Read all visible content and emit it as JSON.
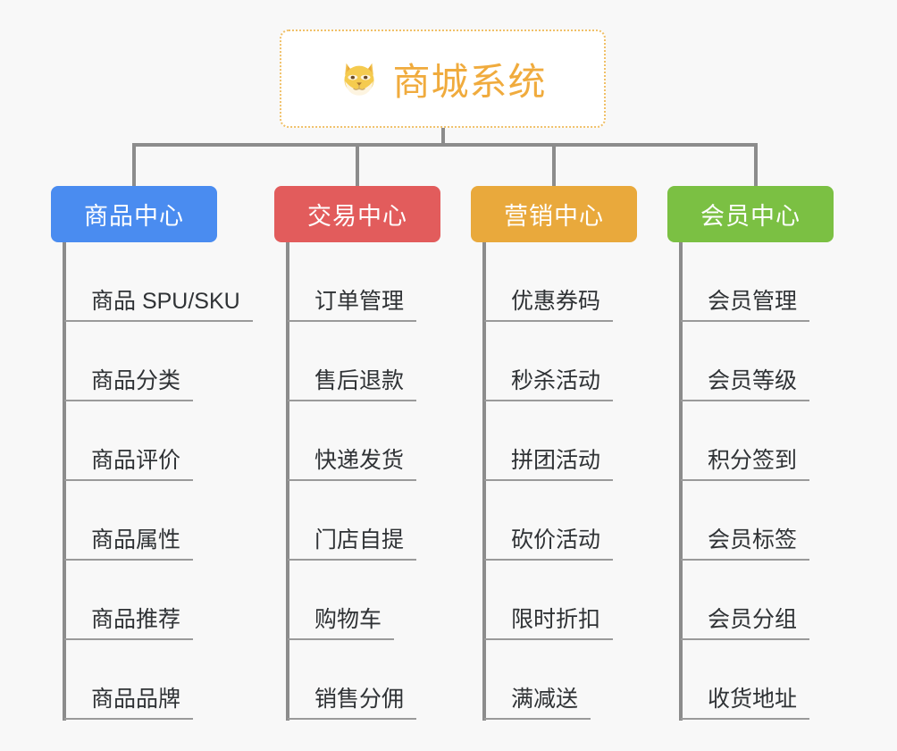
{
  "diagram": {
    "type": "mind-map",
    "background_color": "#f8f8f8",
    "root": {
      "title": "商城系统",
      "icon": "shiba-inu-dog-face-icon",
      "border_color": "#f0c068",
      "text_color": "#f0ab3d",
      "background_color": "#ffffff"
    },
    "connector_color": "#8c8c8c",
    "leaf_text_color": "#2f3235",
    "leaf_rule_color": "#9a9a9a",
    "branches": [
      {
        "label": "商品中心",
        "color": "#4a8cf0",
        "items": [
          "商品 SPU/SKU",
          "商品分类",
          "商品评价",
          "商品属性",
          "商品推荐",
          "商品品牌"
        ]
      },
      {
        "label": "交易中心",
        "color": "#e25c5c",
        "items": [
          "订单管理",
          "售后退款",
          "快递发货",
          "门店自提",
          "购物车",
          "销售分佣"
        ]
      },
      {
        "label": "营销中心",
        "color": "#e9a93c",
        "items": [
          "优惠券码",
          "秒杀活动",
          "拼团活动",
          "砍价活动",
          "限时折扣",
          "满减送"
        ]
      },
      {
        "label": "会员中心",
        "color": "#7bc043",
        "items": [
          "会员管理",
          "会员等级",
          "积分签到",
          "会员标签",
          "会员分组",
          "收货地址"
        ]
      }
    ]
  }
}
